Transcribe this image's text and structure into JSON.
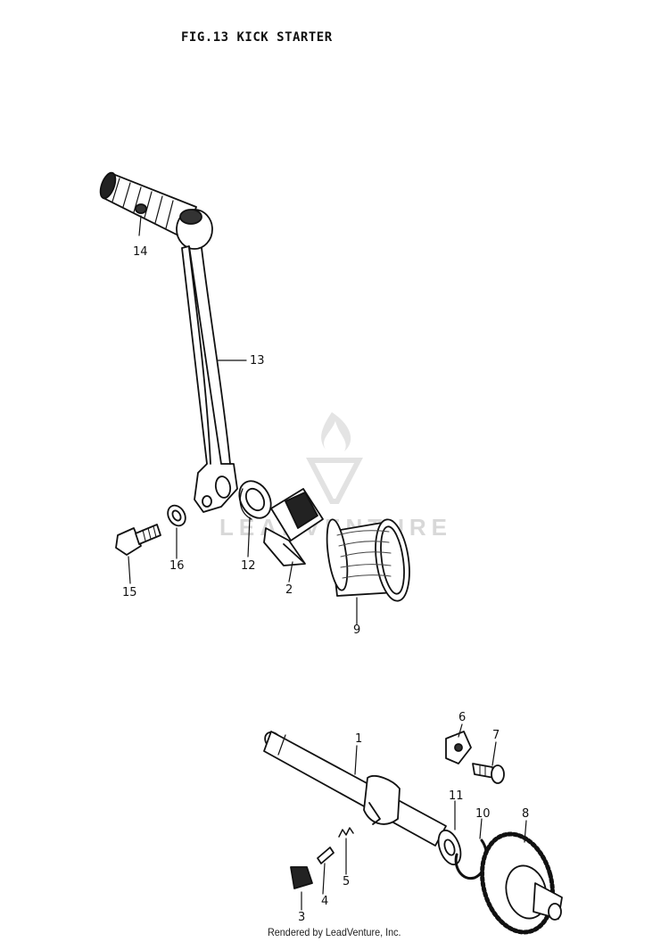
{
  "figure": {
    "title": "FIG.13  KICK STARTER"
  },
  "watermark": {
    "text": "LEADVENTURE"
  },
  "callouts": {
    "p1": "1",
    "p2": "2",
    "p3": "3",
    "p4": "4",
    "p5": "5",
    "p6": "6",
    "p7": "7",
    "p8": "8",
    "p9": "9",
    "p10": "10",
    "p11": "11",
    "p12": "12",
    "p13": "13",
    "p14": "14",
    "p15": "15",
    "p16": "16"
  },
  "footer": {
    "credit": "Rendered by LeadVenture, Inc."
  }
}
